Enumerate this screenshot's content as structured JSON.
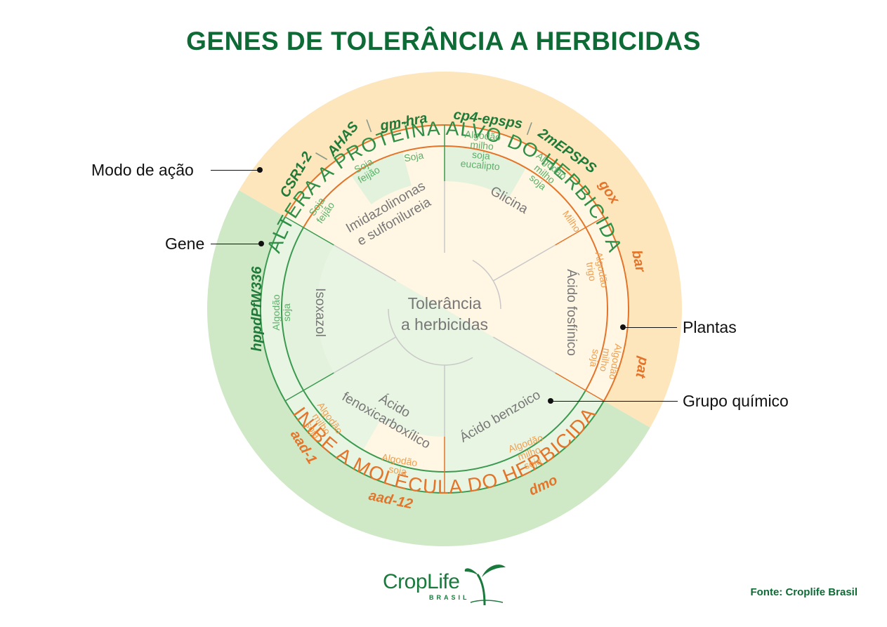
{
  "title": "GENES DE TOLERÂNCIA A HERBICIDAS",
  "colors": {
    "green_dark": "#0e6b36",
    "green_mid": "#3a9a4f",
    "green_band": "#cfe8c6",
    "green_light": "#e9f5e3",
    "green_cell": "#e3f2dc",
    "orange_dark": "#e3742a",
    "orange_mid": "#f09a48",
    "orange_band": "#fde6bc",
    "orange_light": "#fff6e3",
    "gray_text": "#777777"
  },
  "wheel": {
    "center_label_line1": "Tolerância",
    "center_label_line2": "a herbicidas",
    "modes": {
      "top": "ALTERA A PROTEÍNA ALVO DO HERBICIDA",
      "bottom": "INIBE A MOLÉCULA DO HERBICIDA"
    },
    "chemical_groups": {
      "imidazolinonas_1": "Imidazolinonas",
      "imidazolinonas_2": "e sulfonilureia",
      "glicina": "Glicina",
      "fosfinico": "Ácido fosfínico",
      "benzoico": "Ácido benzoico",
      "fenoxi_1": "Ácido",
      "fenoxi_2": "fenoxicarboxílico",
      "isoxazol": "Isoxazol"
    },
    "genes": {
      "csr": "CSR1-2",
      "ahas": "AHAS",
      "gmhra": "gm-hra",
      "cp4": "cp4-epsps",
      "epsps2m": "2mEPSPS",
      "gox": "gox",
      "bar": "bar",
      "pat": "pat",
      "dmo": "dmo",
      "aad12": "aad-12",
      "aad1": "aad-1",
      "hppd": "hppdPfW336",
      "sep": "|"
    },
    "plants": {
      "csr_1": "Soja",
      "csr_2": "feijão",
      "ahas_1": "Soja",
      "ahas_2": "feijão",
      "gmhra_1": "Soja",
      "cp4_1": "Algodão",
      "cp4_2": "milho",
      "cp4_3": "soja",
      "cp4_4": "eucalipto",
      "epsps_1": "Algodão",
      "epsps_2": "milho",
      "epsps_3": "soja",
      "gox_1": "Milho",
      "bar_1": "Algodão",
      "bar_2": "trigo",
      "pat_1": "Algodão",
      "pat_2": "milho",
      "pat_3": "soja",
      "dmo_1": "Algodão",
      "dmo_2": "milho",
      "dmo_3": "soja",
      "aad12_1": "Algodão",
      "aad12_2": "soja",
      "aad1_1": "Algodão",
      "aad1_2": "milho",
      "aad1_3": "soja",
      "hppd_1": "Algodão",
      "hppd_2": "soja"
    }
  },
  "callouts": {
    "modo": "Modo de ação",
    "gene": "Gene",
    "plantas": "Plantas",
    "grupo": "Grupo químico"
  },
  "logo": {
    "name": "CropLife",
    "sub": "BRASIL"
  },
  "source": "Fonte: Croplife Brasil"
}
